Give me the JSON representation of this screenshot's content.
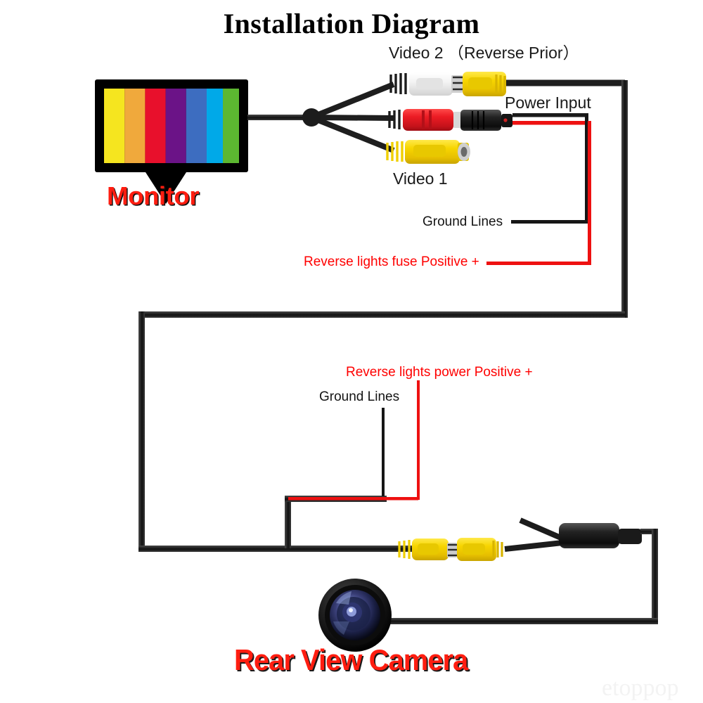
{
  "page": {
    "title": "Installation Diagram",
    "watermark": "etoppop",
    "background_color": "#ffffff"
  },
  "colors": {
    "red_text": "#ff0000",
    "red_label": "#ff1d10",
    "black_cable": "#1a1a1a",
    "red_wire": "#ee1111",
    "yellow_connector": "#f5d900",
    "white_connector": "#f2f2f2",
    "monitor_bezel": "#000000"
  },
  "labels": {
    "video2": "Video 2 （Reverse Prior）",
    "power_input": "Power Input",
    "video1": "Video 1",
    "ground_lines_top": "Ground Lines",
    "reverse_fuse_positive": "Reverse lights fuse Positive +",
    "reverse_power_positive": "Reverse lights power Positive +",
    "ground_lines_bottom": "Ground Lines",
    "monitor": "Monitor",
    "rear_view_camera": "Rear View Camera"
  },
  "components": {
    "monitor": {
      "name": "Monitor",
      "color_bars": [
        "#f5e51f",
        "#f0a93c",
        "#e8102c",
        "#6b1387",
        "#3d6dc0",
        "#00a9e8",
        "#5cb731"
      ]
    },
    "camera": {
      "name": "Rear View Camera",
      "lens_ring": "#111111",
      "iris": "#2c3a6e"
    },
    "connectors": [
      {
        "name": "video2-rca-white-female",
        "color": "#f2f2f2",
        "type": "rca-female"
      },
      {
        "name": "video2-rca-yellow-male",
        "color": "#f5d900",
        "type": "rca-male"
      },
      {
        "name": "power-rca-red-female",
        "color": "#e81c22",
        "type": "rca-female"
      },
      {
        "name": "power-dc-barrel-plug",
        "color": "#1c1c1c",
        "type": "dc-barrel"
      },
      {
        "name": "video1-rca-yellow-female",
        "color": "#f5d900",
        "type": "rca-female"
      },
      {
        "name": "camera-rca-yellow-male",
        "color": "#f5d900",
        "type": "rca-male"
      },
      {
        "name": "camera-rca-yellow-female",
        "color": "#f5d900",
        "type": "rca-female"
      },
      {
        "name": "camera-cable-junction-box",
        "color": "#161616",
        "type": "junction-box"
      }
    ]
  }
}
